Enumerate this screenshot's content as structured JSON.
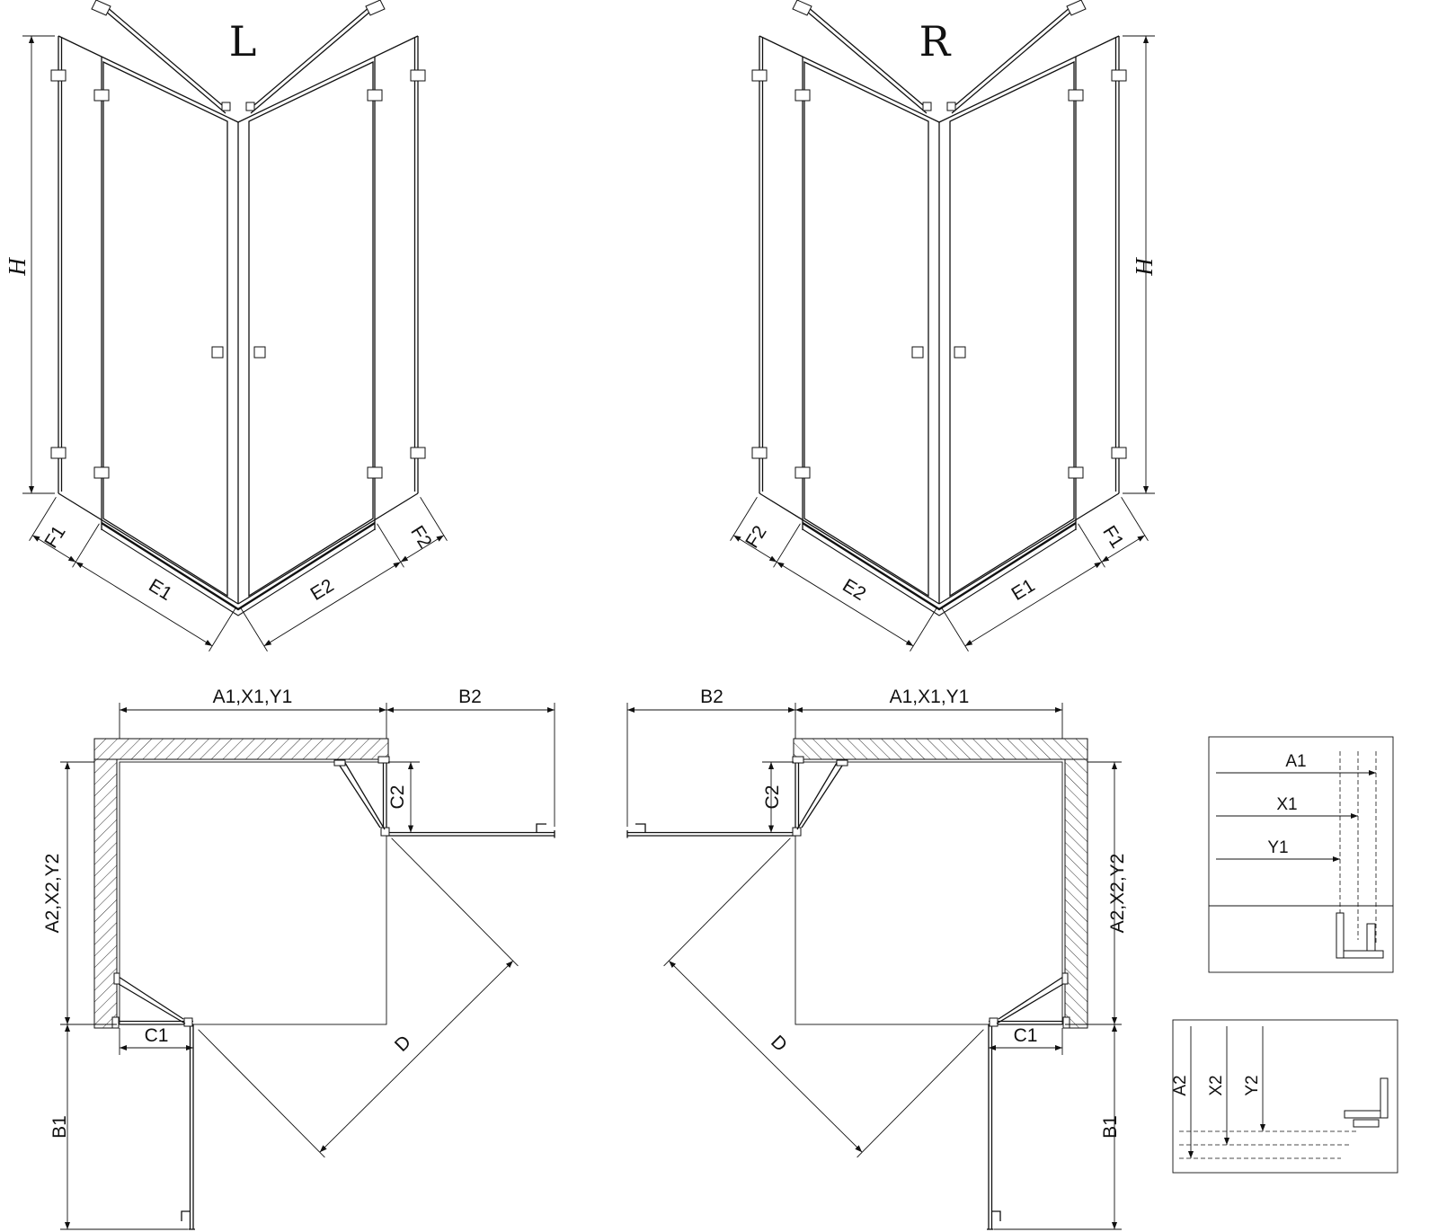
{
  "drawing": {
    "title": "corner-shower-enclosure-technical-drawing",
    "colors": {
      "line": "#111111",
      "background": "#ffffff"
    },
    "views_3d": {
      "left": {
        "label": "L",
        "height": "H",
        "dims": [
          "F1",
          "E1",
          "E2",
          "F2"
        ]
      },
      "right": {
        "label": "R",
        "height": "H",
        "dims": [
          "F2",
          "E2",
          "E1",
          "F1"
        ]
      }
    },
    "plans": {
      "left": {
        "a1": "A1,X1,Y1",
        "b2": "B2",
        "a2": "A2,X2,Y2",
        "c2": "C2",
        "c1": "C1",
        "b1": "B1",
        "d": "D"
      },
      "right": {
        "a1": "A1,X1,Y1",
        "b2": "B2",
        "a2": "A2,X2,Y2",
        "c2": "C2",
        "c1": "C1",
        "b1": "B1",
        "d": "D"
      }
    },
    "details": {
      "horizontal": {
        "labels": [
          "A1",
          "X1",
          "Y1"
        ]
      },
      "vertical": {
        "labels": [
          "A2",
          "X2",
          "Y2"
        ]
      }
    }
  }
}
